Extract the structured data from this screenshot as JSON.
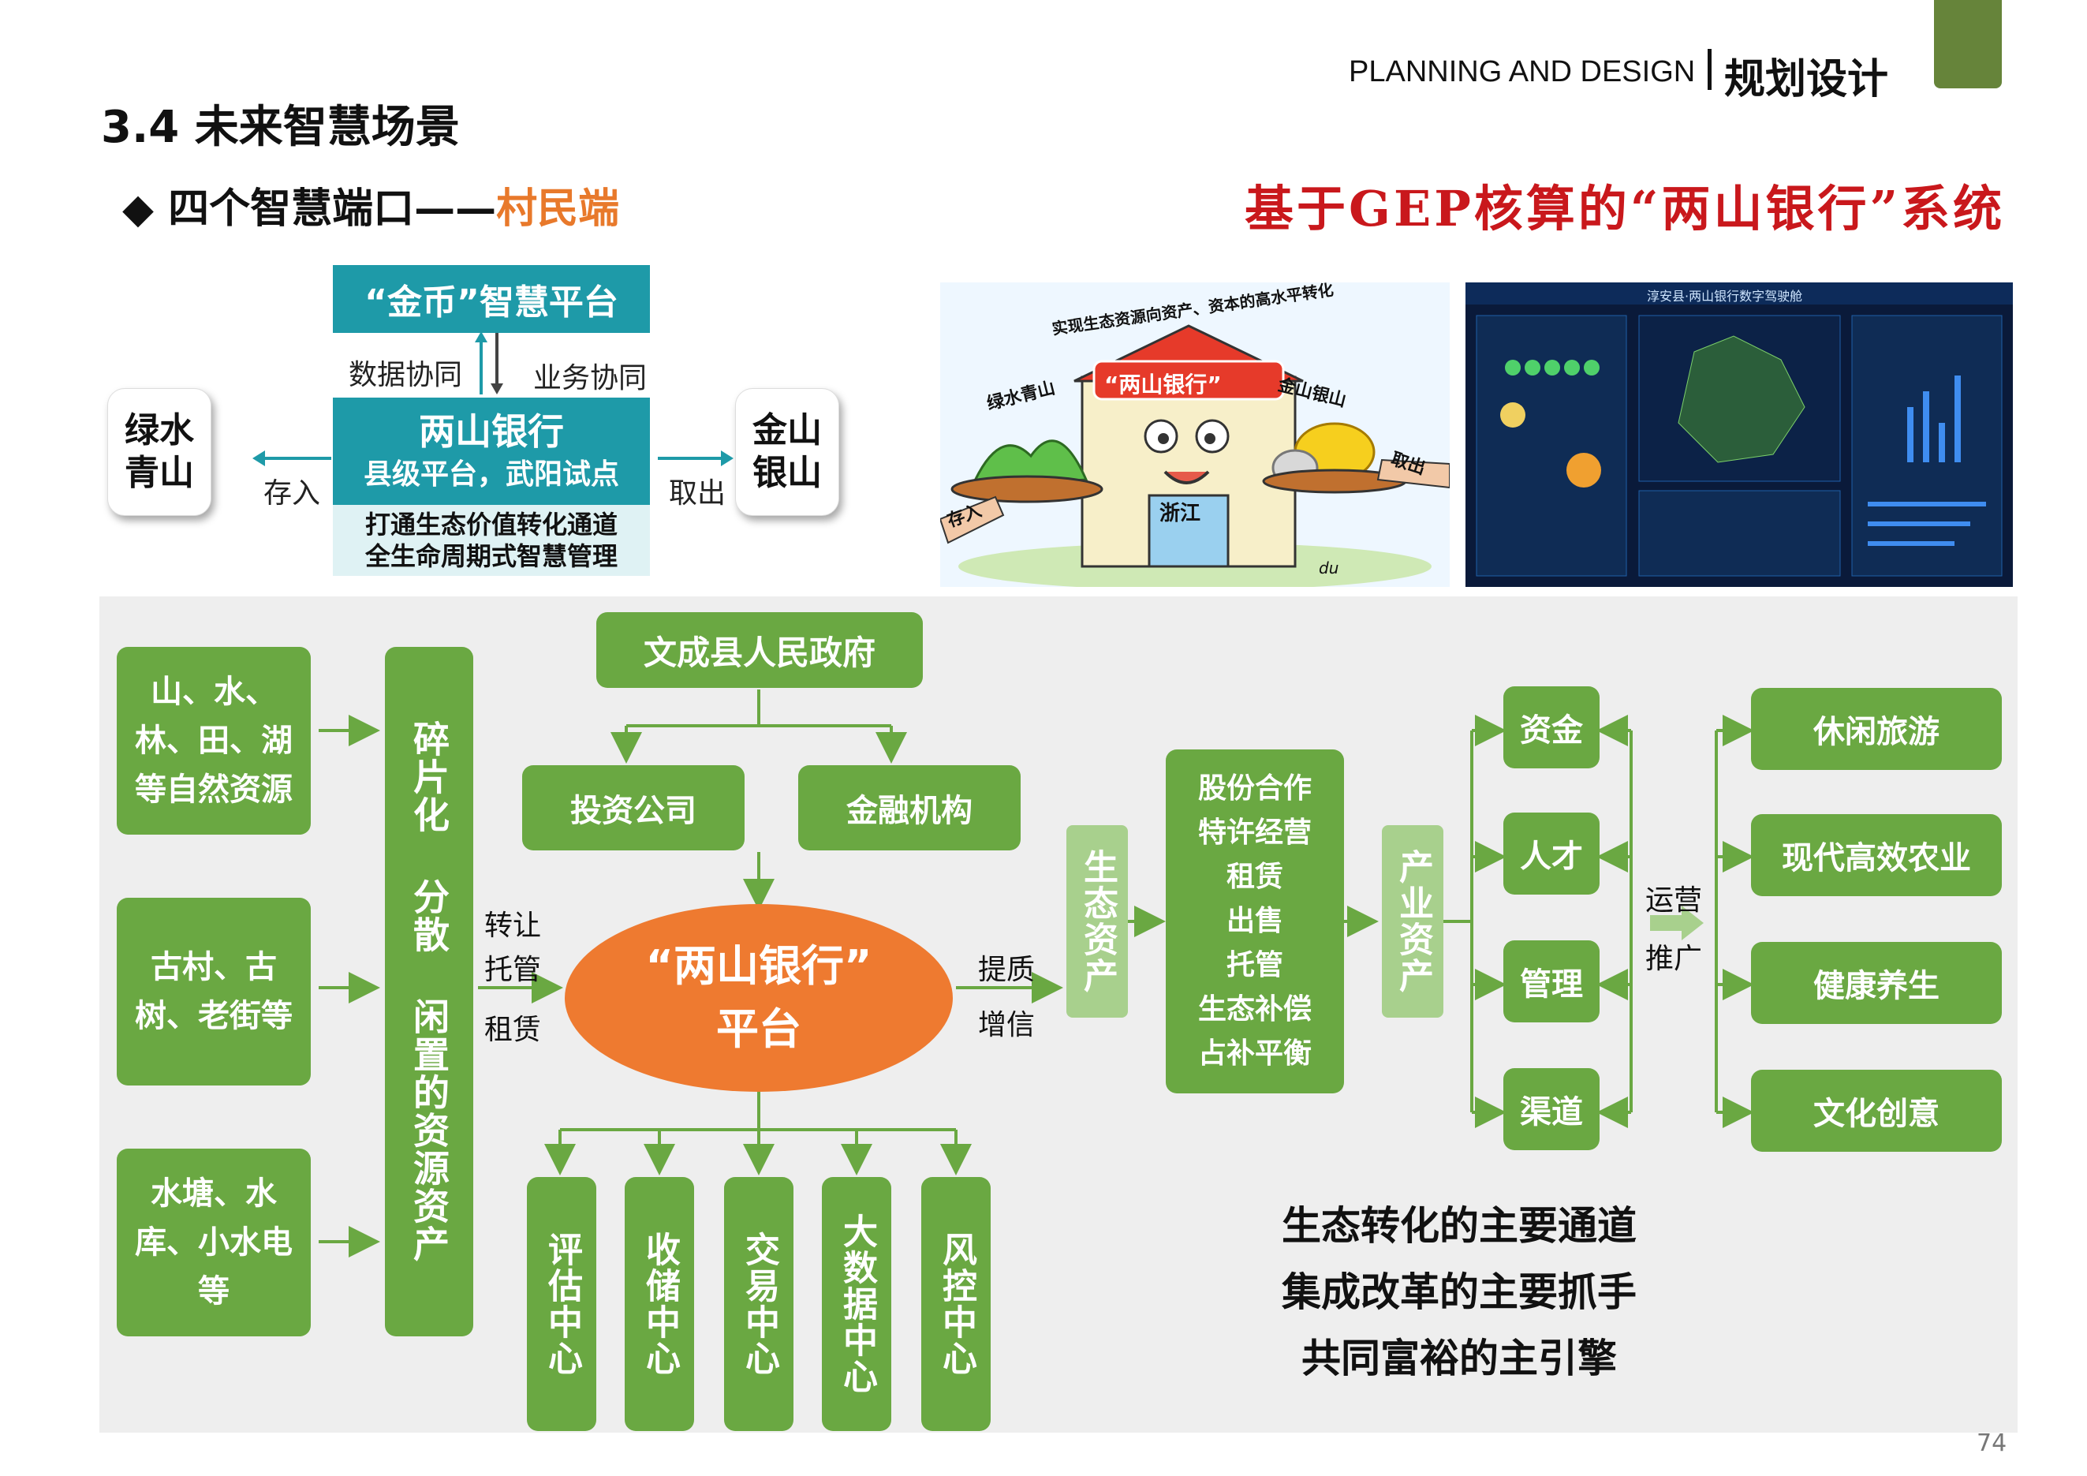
{
  "header": {
    "en": "PLANNING AND DESIGN",
    "cn": "规划设计"
  },
  "section_title": "3.4 未来智慧场景",
  "subtitle": {
    "prefix": "◆ 四个智慧端口——",
    "highlight": "村民端"
  },
  "red_title": "基于GEP核算的“两山银行”系统",
  "top_diagram": {
    "platform": "“金币”智慧平台",
    "data_sync": "数据协同",
    "biz_sync": "业务协同",
    "bank_title": "两山银行",
    "bank_sub": "县级平台，武阳试点",
    "bank_desc1": "打通生态价值转化通道",
    "bank_desc2": "全生命周期式智慧管理",
    "left_card_l1": "绿水",
    "left_card_l2": "青山",
    "right_card_l1": "金山",
    "right_card_l2": "银山",
    "deposit": "存入",
    "withdraw": "取出"
  },
  "cartoon": {
    "slogan": "实现生态资源向资产、资本的高水平转化",
    "bank_sign": "“两山银行”",
    "left_label": "绿水青山",
    "right_label": "金山银山",
    "deposit": "存入",
    "withdraw": "取出",
    "door": "浙江",
    "signature": "du"
  },
  "dashboard": {
    "title": "淳安县·两山银行数字驾驶舱"
  },
  "diagram": {
    "resources": [
      "山、水、林、田、湖等自然资源",
      "古村、古树、老街等",
      "水塘、水库、小水电等"
    ],
    "fragment": "碎片化 分散 闲置的资源资产",
    "gov": "文成县人民政府",
    "invest": "投资公司",
    "finance": "金融机构",
    "transfer_labels": [
      "转让",
      "托管",
      "租赁"
    ],
    "bank_l1": "“两山银行”",
    "bank_l2": "平台",
    "upgrade_labels": [
      "提质",
      "增信"
    ],
    "centers": [
      "评估中心",
      "收储中心",
      "交易中心",
      "大数据中心",
      "风控中心"
    ],
    "eco_asset": "生态资产",
    "methods": [
      "股份合作",
      "特许经营",
      "租赁",
      "出售",
      "托管",
      "生态补偿",
      "占补平衡"
    ],
    "industry_asset": "产业资产",
    "factors": [
      "资金",
      "人才",
      "管理",
      "渠道"
    ],
    "operate_labels": [
      "运营",
      "推广"
    ],
    "industries": [
      "休闲旅游",
      "现代高效农业",
      "健康养生",
      "文化创意"
    ],
    "summary": [
      "生态转化的主要通道",
      "集成改革的主要抓手",
      "共同富裕的主引擎"
    ]
  },
  "page_number": "74",
  "colors": {
    "accent_green": "#6aa842",
    "light_green": "#a8d08d",
    "teal": "#1e9aa8",
    "orange": "#ee7a30",
    "red": "#c9181c"
  }
}
